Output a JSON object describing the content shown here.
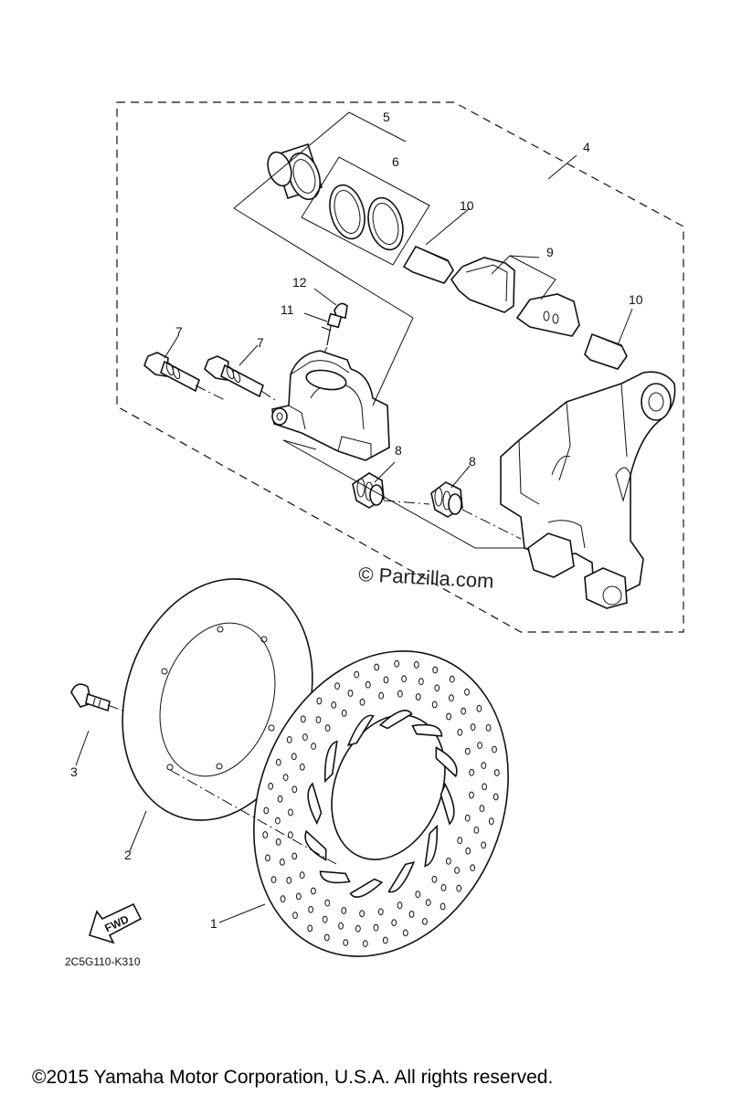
{
  "callouts": {
    "c1": "1",
    "c2": "2",
    "c3": "3",
    "c4": "4",
    "c5": "5",
    "c6": "6",
    "c7a": "7",
    "c7b": "7",
    "c8a": "8",
    "c8b": "8",
    "c9": "9",
    "c10a": "10",
    "c10b": "10",
    "c11": "11",
    "c12": "12"
  },
  "fwd_label": "FWD",
  "diagram_code": "2C5G110-K310",
  "watermark": "© Partzilla.com",
  "copyright": "©2015 Yamaha Motor Corporation, U.S.A. All rights reserved."
}
